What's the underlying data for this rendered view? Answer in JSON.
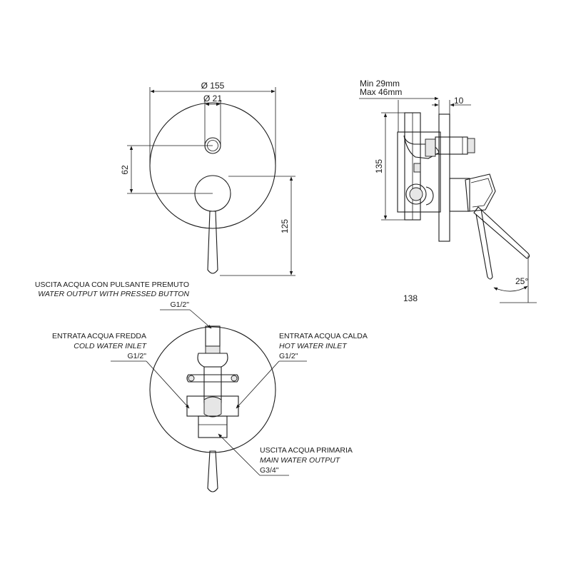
{
  "front_view": {
    "dim_outer_diameter": "Ø 155",
    "dim_inner_diameter": "Ø 21",
    "dim_vertical_62": "62",
    "dim_vertical_125": "125"
  },
  "side_view": {
    "dim_min": "Min 29mm",
    "dim_max": "Max 46mm",
    "dim_10": "10",
    "dim_135": "135",
    "dim_angle": "25°",
    "dim_138": "138"
  },
  "rear_view": {
    "button_output": {
      "it": "USCITA ACQUA CON PULSANTE PREMUTO",
      "en": "WATER OUTPUT WITH PRESSED BUTTON",
      "thread": "G1/2\""
    },
    "cold_inlet": {
      "it": "ENTRATA ACQUA FREDDA",
      "en": "COLD WATER INLET",
      "thread": "G1/2\""
    },
    "hot_inlet": {
      "it": "ENTRATA ACQUA CALDA",
      "en": "HOT WATER INLET",
      "thread": "G1/2\""
    },
    "main_output": {
      "it": "USCITA ACQUA PRIMARIA",
      "en": "MAIN WATER OUTPUT",
      "thread": "G3/4\""
    }
  }
}
